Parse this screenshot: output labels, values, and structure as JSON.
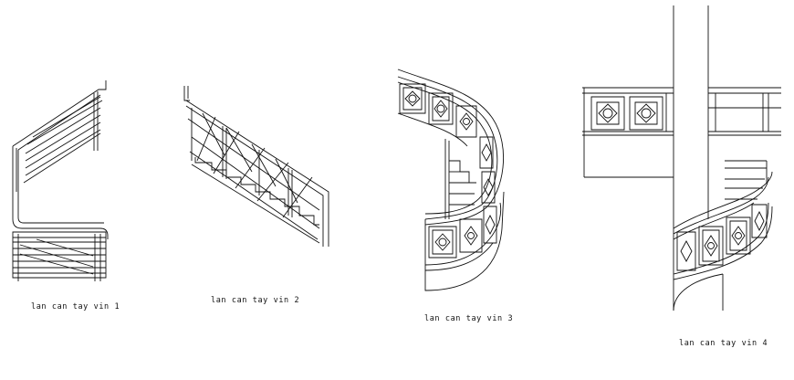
{
  "drawings": [
    {
      "id": "1",
      "caption": "lan can tay vin 1"
    },
    {
      "id": "2",
      "caption": "lan can tay vin 2"
    },
    {
      "id": "3",
      "caption": "lan can tay vin 3"
    },
    {
      "id": "4",
      "caption": "lan can tay vin 4"
    }
  ],
  "colors": {
    "line": "#111111",
    "background": "#ffffff"
  }
}
